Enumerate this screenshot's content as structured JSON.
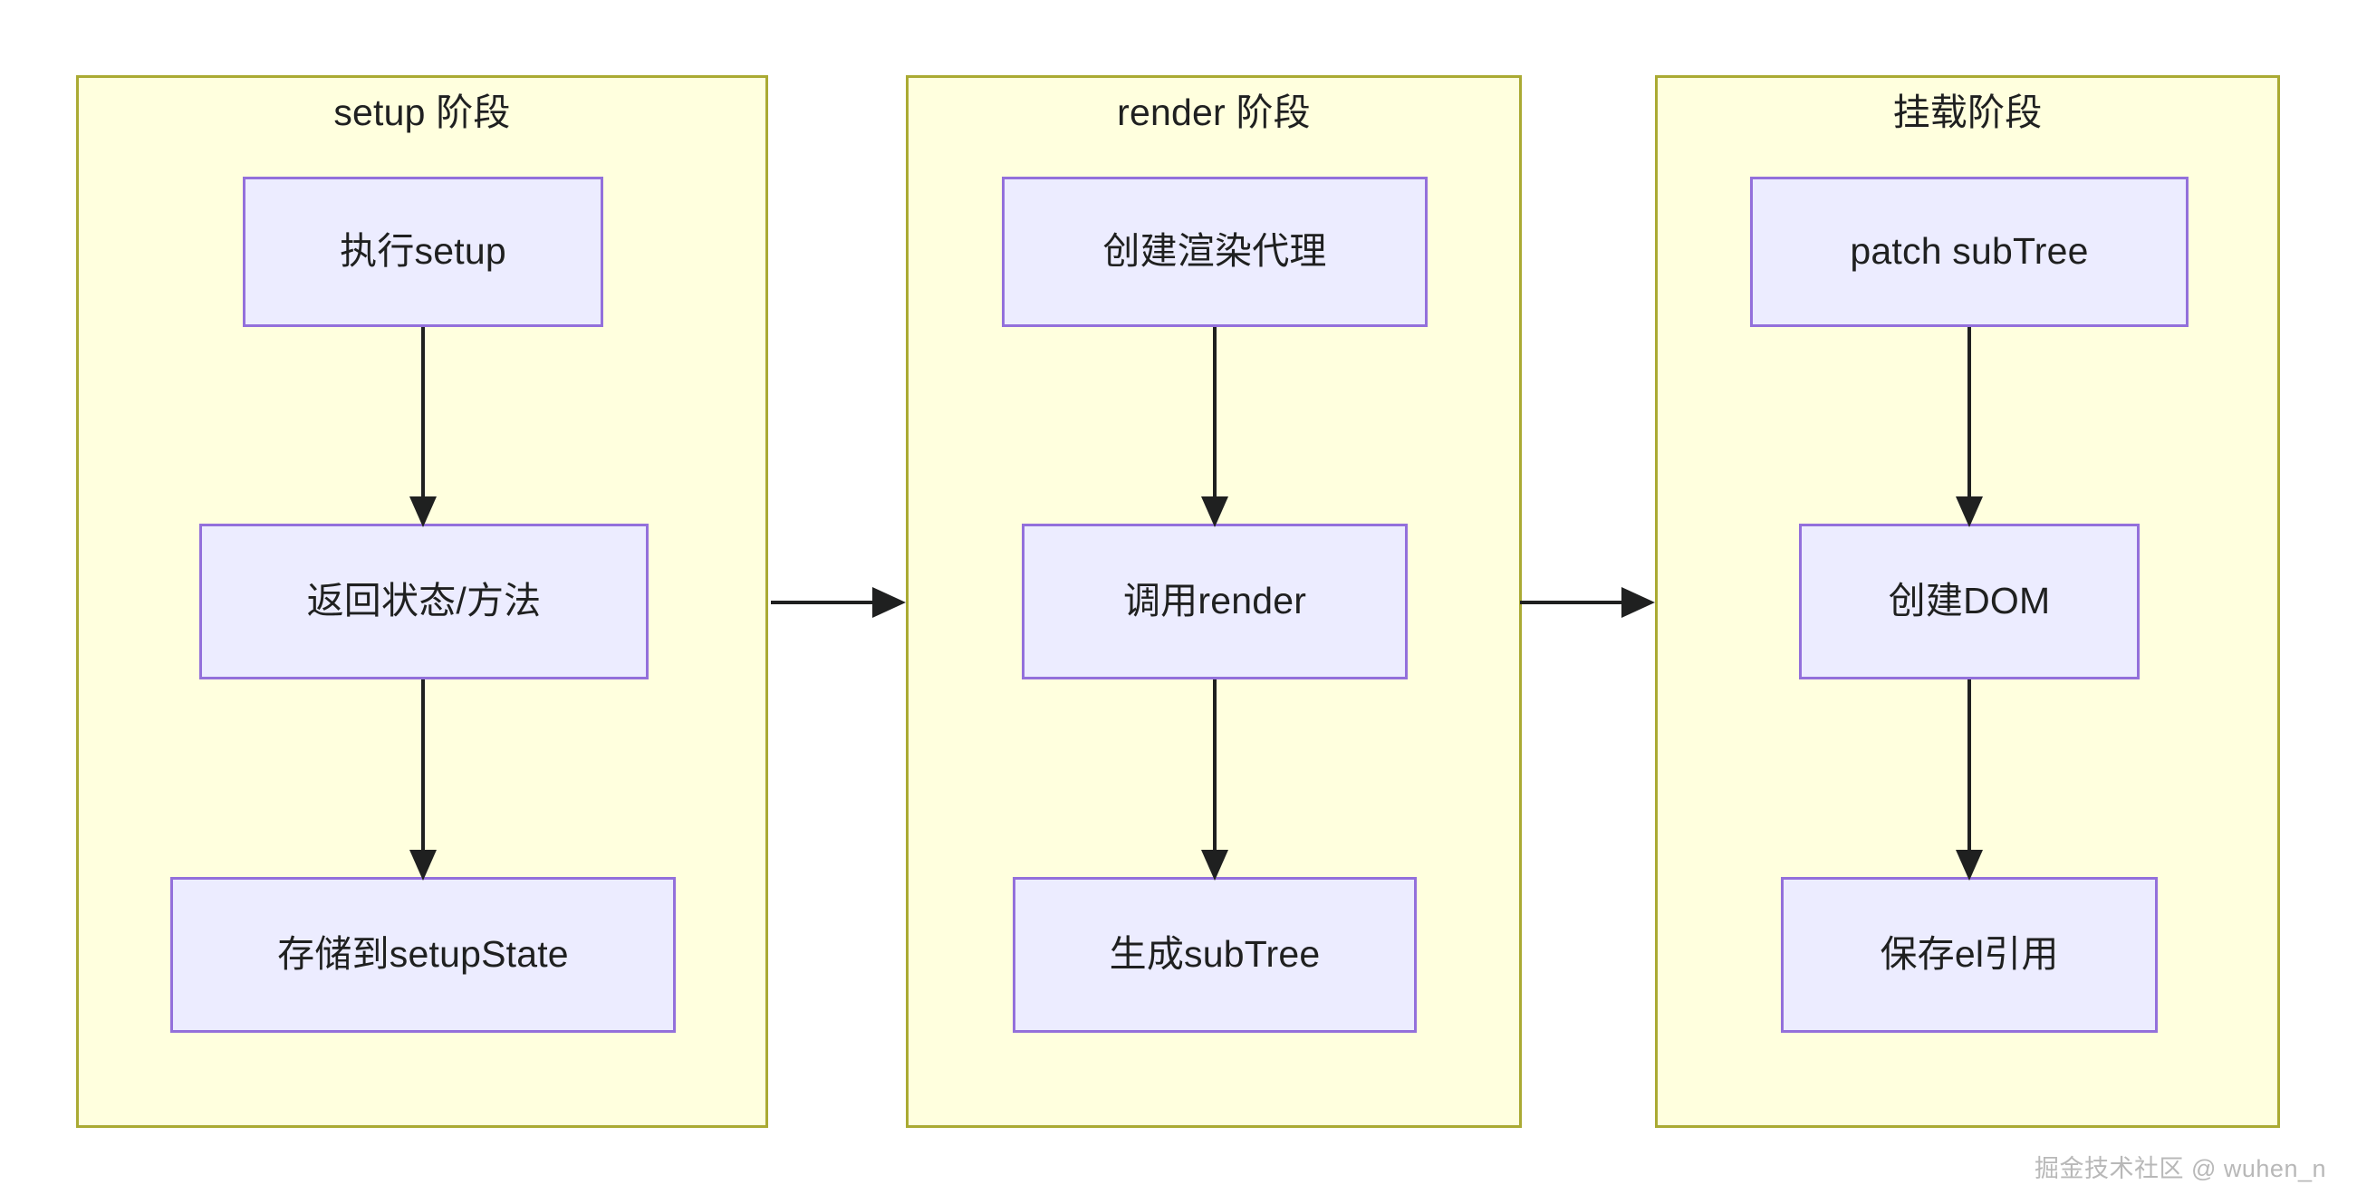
{
  "diagram": {
    "type": "flowchart",
    "direction": "left-to-right",
    "watermark": "掘金技术社区 @ wuhen_n",
    "colors": {
      "subgraph_fill": "#ffffde",
      "subgraph_border": "#aaaa33",
      "node_fill": "#ececff",
      "node_border": "#9370db",
      "text": "#1f2020",
      "edge": "#1f2020",
      "page_background": "#ffffff",
      "watermark_text": "#b8b8b8"
    },
    "groups": [
      {
        "id": "setup-phase",
        "title": "setup 阶段",
        "nodes": [
          {
            "id": "exec-setup",
            "label": "执行setup"
          },
          {
            "id": "return-state",
            "label": "返回状态/方法"
          },
          {
            "id": "store-state",
            "label": "存储到setupState"
          }
        ],
        "edges": [
          {
            "from": "exec-setup",
            "to": "return-state"
          },
          {
            "from": "return-state",
            "to": "store-state"
          }
        ]
      },
      {
        "id": "render-phase",
        "title": "render 阶段",
        "nodes": [
          {
            "id": "create-proxy",
            "label": "创建渲染代理"
          },
          {
            "id": "call-render",
            "label": "调用render"
          },
          {
            "id": "make-subtree",
            "label": "生成subTree"
          }
        ],
        "edges": [
          {
            "from": "create-proxy",
            "to": "call-render"
          },
          {
            "from": "call-render",
            "to": "make-subtree"
          }
        ]
      },
      {
        "id": "mount-phase",
        "title": "挂载阶段",
        "nodes": [
          {
            "id": "patch-subtree",
            "label": "patch subTree"
          },
          {
            "id": "create-dom",
            "label": "创建DOM"
          },
          {
            "id": "save-el",
            "label": "保存el引用"
          }
        ],
        "edges": [
          {
            "from": "patch-subtree",
            "to": "create-dom"
          },
          {
            "from": "create-dom",
            "to": "save-el"
          }
        ]
      }
    ],
    "group_links": [
      {
        "from": "setup-phase",
        "to": "render-phase"
      },
      {
        "from": "render-phase",
        "to": "mount-phase"
      }
    ]
  }
}
